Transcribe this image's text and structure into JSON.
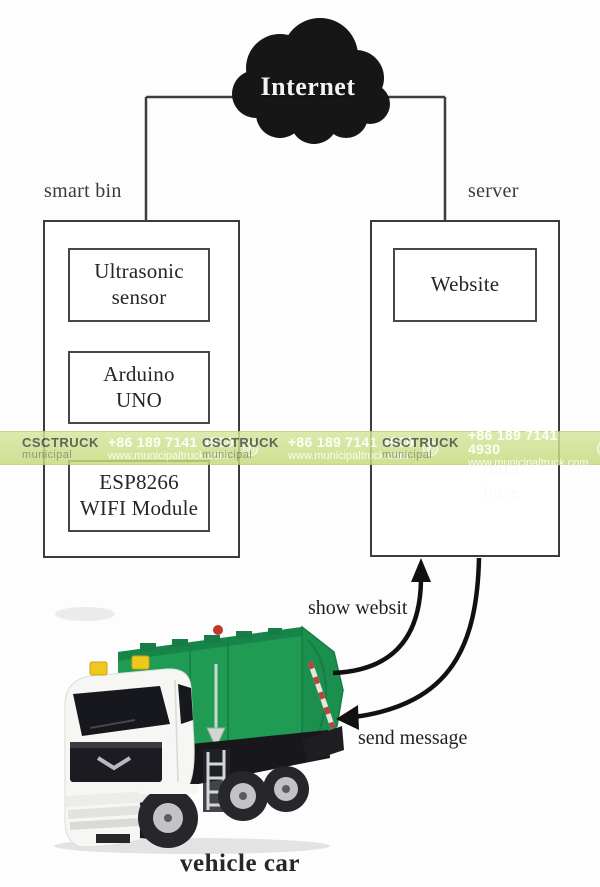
{
  "diagram": {
    "internet_label": "Internet",
    "smart_bin_label": "smart bin",
    "server_label": "server",
    "blocks": {
      "ultrasonic": "Ultrasonic\nsensor",
      "arduino": "Arduino\nUNO",
      "esp8266": "ESP8266\nWIFI Module",
      "website": "Website",
      "database": "data\nbase"
    },
    "flow_labels": {
      "show_website": "show websit",
      "send_message": "send message"
    },
    "vehicle_label": "vehicle car"
  },
  "watermark": {
    "brand": "CSCTRUCK",
    "brand_sub": "municipal",
    "phone": "+86 189 7141 4930",
    "website": "www.municipaltruck.com",
    "whatsapp_icon": "whatsapp-icon",
    "band_color": "#cde08d"
  },
  "colors": {
    "connector_line": "#3d3d3d",
    "cloud_black": "#161616",
    "truck_green": "#1f9b53",
    "truck_green_dark": "#17824a",
    "beacon_yellow": "#eec81d",
    "button_red": "#c0392b",
    "band_green": "#cde08d"
  }
}
